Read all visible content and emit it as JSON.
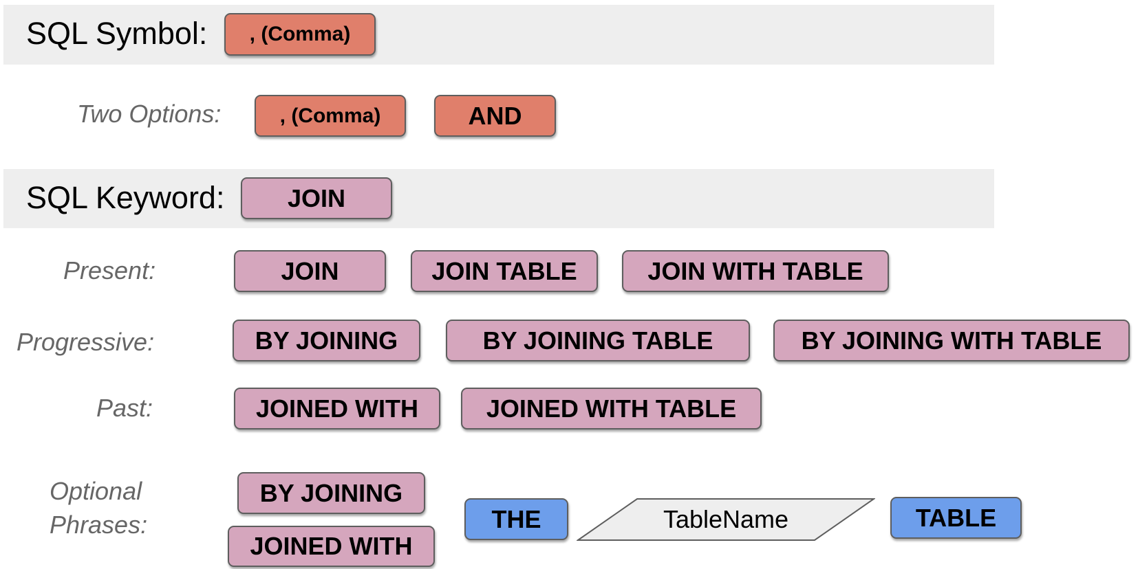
{
  "symbol_section": {
    "title": "SQL Symbol:",
    "main_chip": ", (Comma)",
    "options_label": "Two Options:",
    "options": [
      ", (Comma)",
      "AND"
    ]
  },
  "keyword_section": {
    "title": "SQL Keyword:",
    "main_chip": "JOIN",
    "present": {
      "label": "Present:",
      "chips": [
        "JOIN",
        "JOIN TABLE",
        "JOIN WITH TABLE"
      ]
    },
    "progressive": {
      "label": "Progressive:",
      "chips": [
        "BY JOINING",
        "BY JOINING TABLE",
        "BY JOINING WITH TABLE"
      ]
    },
    "past": {
      "label": "Past:",
      "chips": [
        "JOINED WITH",
        "JOINED WITH TABLE"
      ]
    },
    "optional": {
      "label_line1": "Optional",
      "label_line2": "Phrases:",
      "phrases": [
        "BY JOINING",
        "JOINED WITH"
      ],
      "article": "THE",
      "table_name": "TableName",
      "table_word": "TABLE"
    }
  },
  "colors": {
    "symbol_chip": "#e07f6b",
    "keyword_chip": "#d5a6bd",
    "article_chip": "#6d9eeb",
    "tablename_shape": "#eeeeee",
    "band": "#eeeeee"
  }
}
